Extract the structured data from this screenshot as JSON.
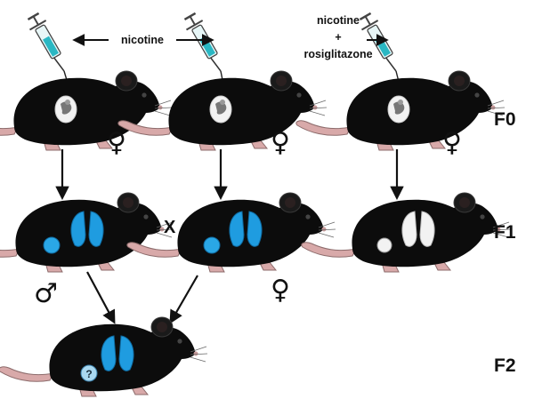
{
  "labels": {
    "nicotine_top": "nicotine",
    "nicotine_right_line1": "nicotine",
    "nicotine_right_plus": "+",
    "nicotine_right_line2": "rosiglitazone",
    "cross": "X"
  },
  "generations": {
    "f0": "F0",
    "f1": "F1",
    "f2": "F2"
  },
  "sex_symbols": {
    "female": "♀",
    "male": "♂"
  },
  "icons": [
    "syringe-icon",
    "mouse-icon",
    "lung-icon",
    "testis-icon",
    "question-mark-icon"
  ],
  "colors": {
    "background": "#ffffff",
    "mouse_fur": "#0c0c0c",
    "mouse_skin": "#e2b6b6",
    "syringe_fluid": "#2ab7c3",
    "lung_blue": "#1f9ce0",
    "testis_blue": "#2aa7e6",
    "question_fill": "#a9d8f0",
    "arrow": "#111111"
  }
}
